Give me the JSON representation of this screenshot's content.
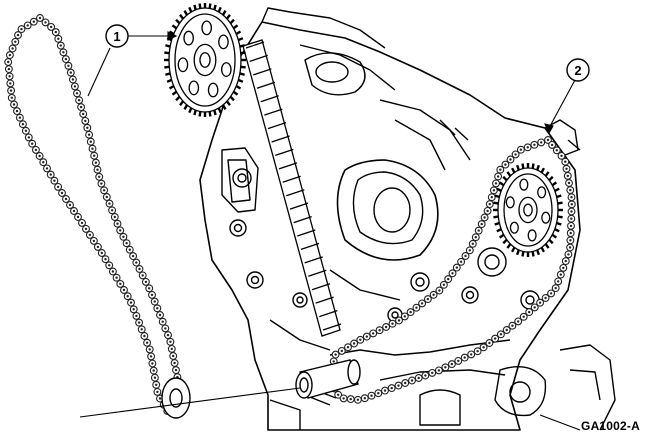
{
  "diagram": {
    "callouts": [
      {
        "number": "1"
      },
      {
        "number": "2"
      }
    ],
    "figure_id": "GA1002-A"
  },
  "colors": {
    "line": "#000000",
    "background": "#ffffff",
    "chain_link": "#444444"
  }
}
